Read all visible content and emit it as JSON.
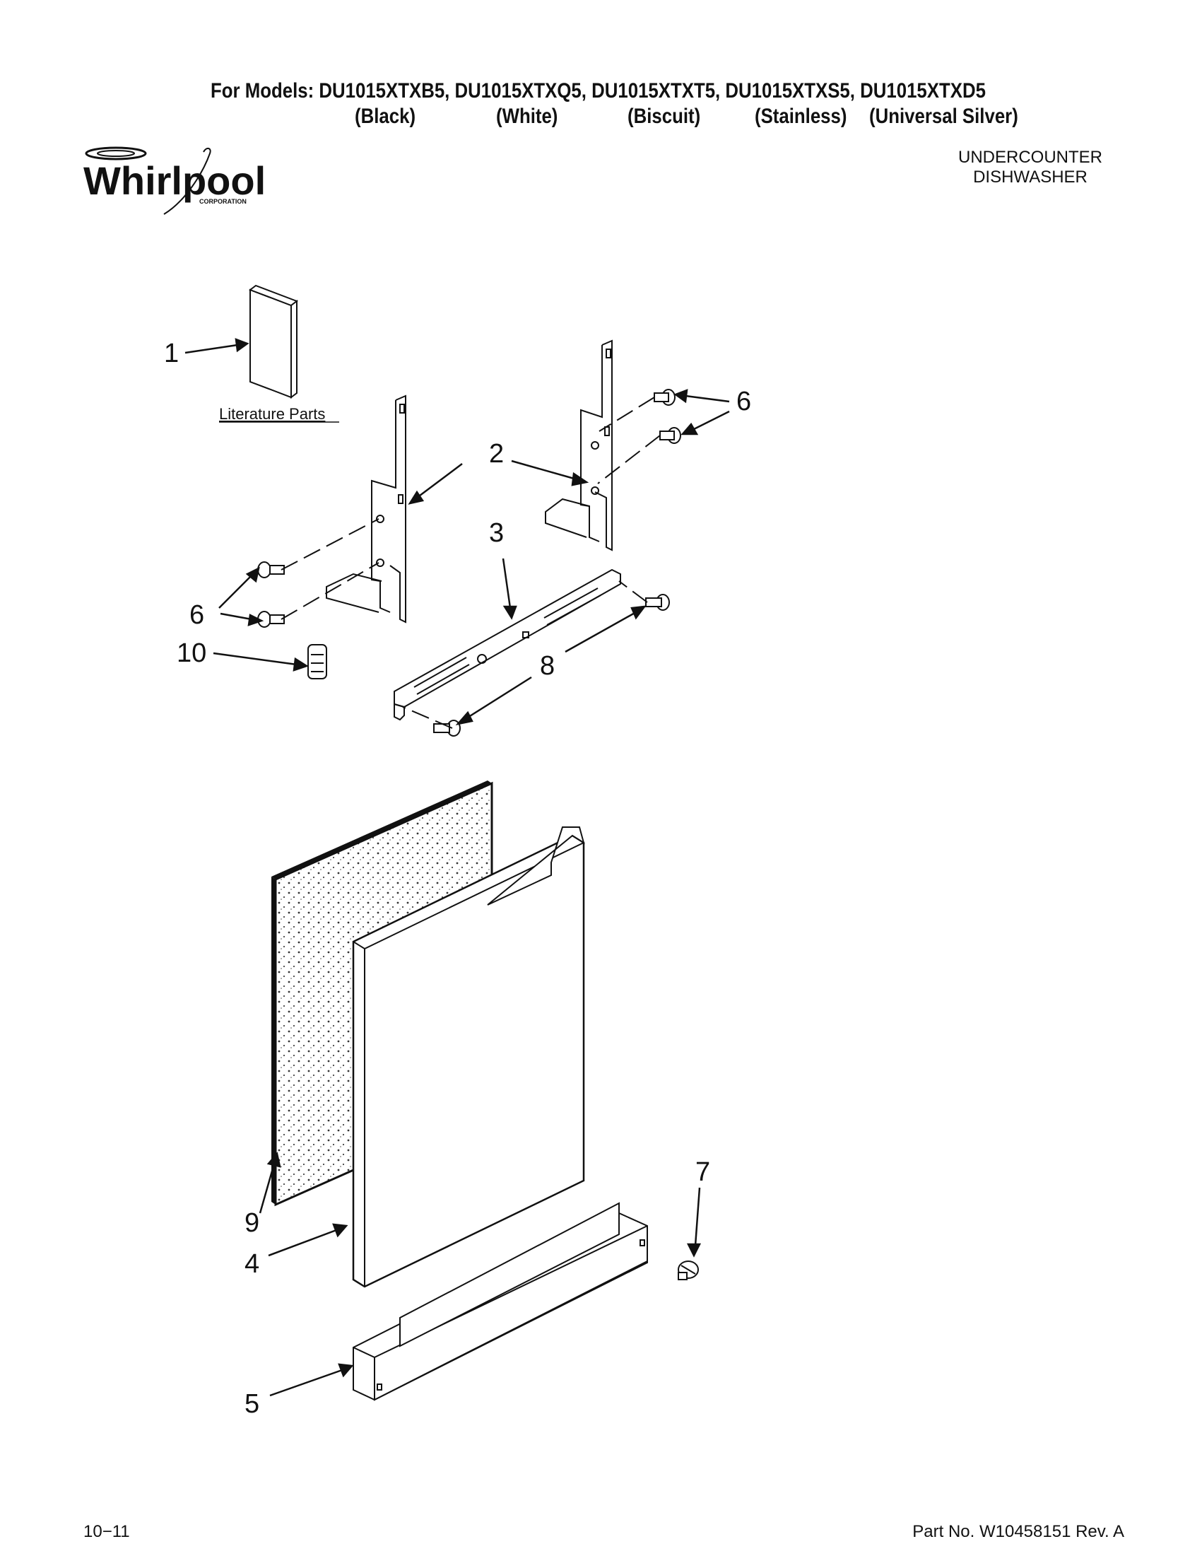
{
  "header": {
    "models_line": "For Models: DU1015XTXB5, DU1015XTXQ5, DU1015XTXT5, DU1015XTXS5, DU1015XTXD5",
    "colors": [
      "(Black)",
      "(White)",
      "(Biscuit)",
      "(Stainless)",
      "(Universal Silver)"
    ],
    "product_type_line1": "UNDERCOUNTER",
    "product_type_line2": "DISHWASHER"
  },
  "brand": {
    "logo_text": "Whirlpool",
    "logo_subtext": "CORPORATION"
  },
  "diagram": {
    "literature_label": "Literature Parts",
    "callouts": [
      "1",
      "2",
      "3",
      "4",
      "5",
      "6",
      "6",
      "7",
      "8",
      "9",
      "10"
    ]
  },
  "footer": {
    "date_code": "10−11",
    "part_number": "Part No. W10458151 Rev. A"
  }
}
